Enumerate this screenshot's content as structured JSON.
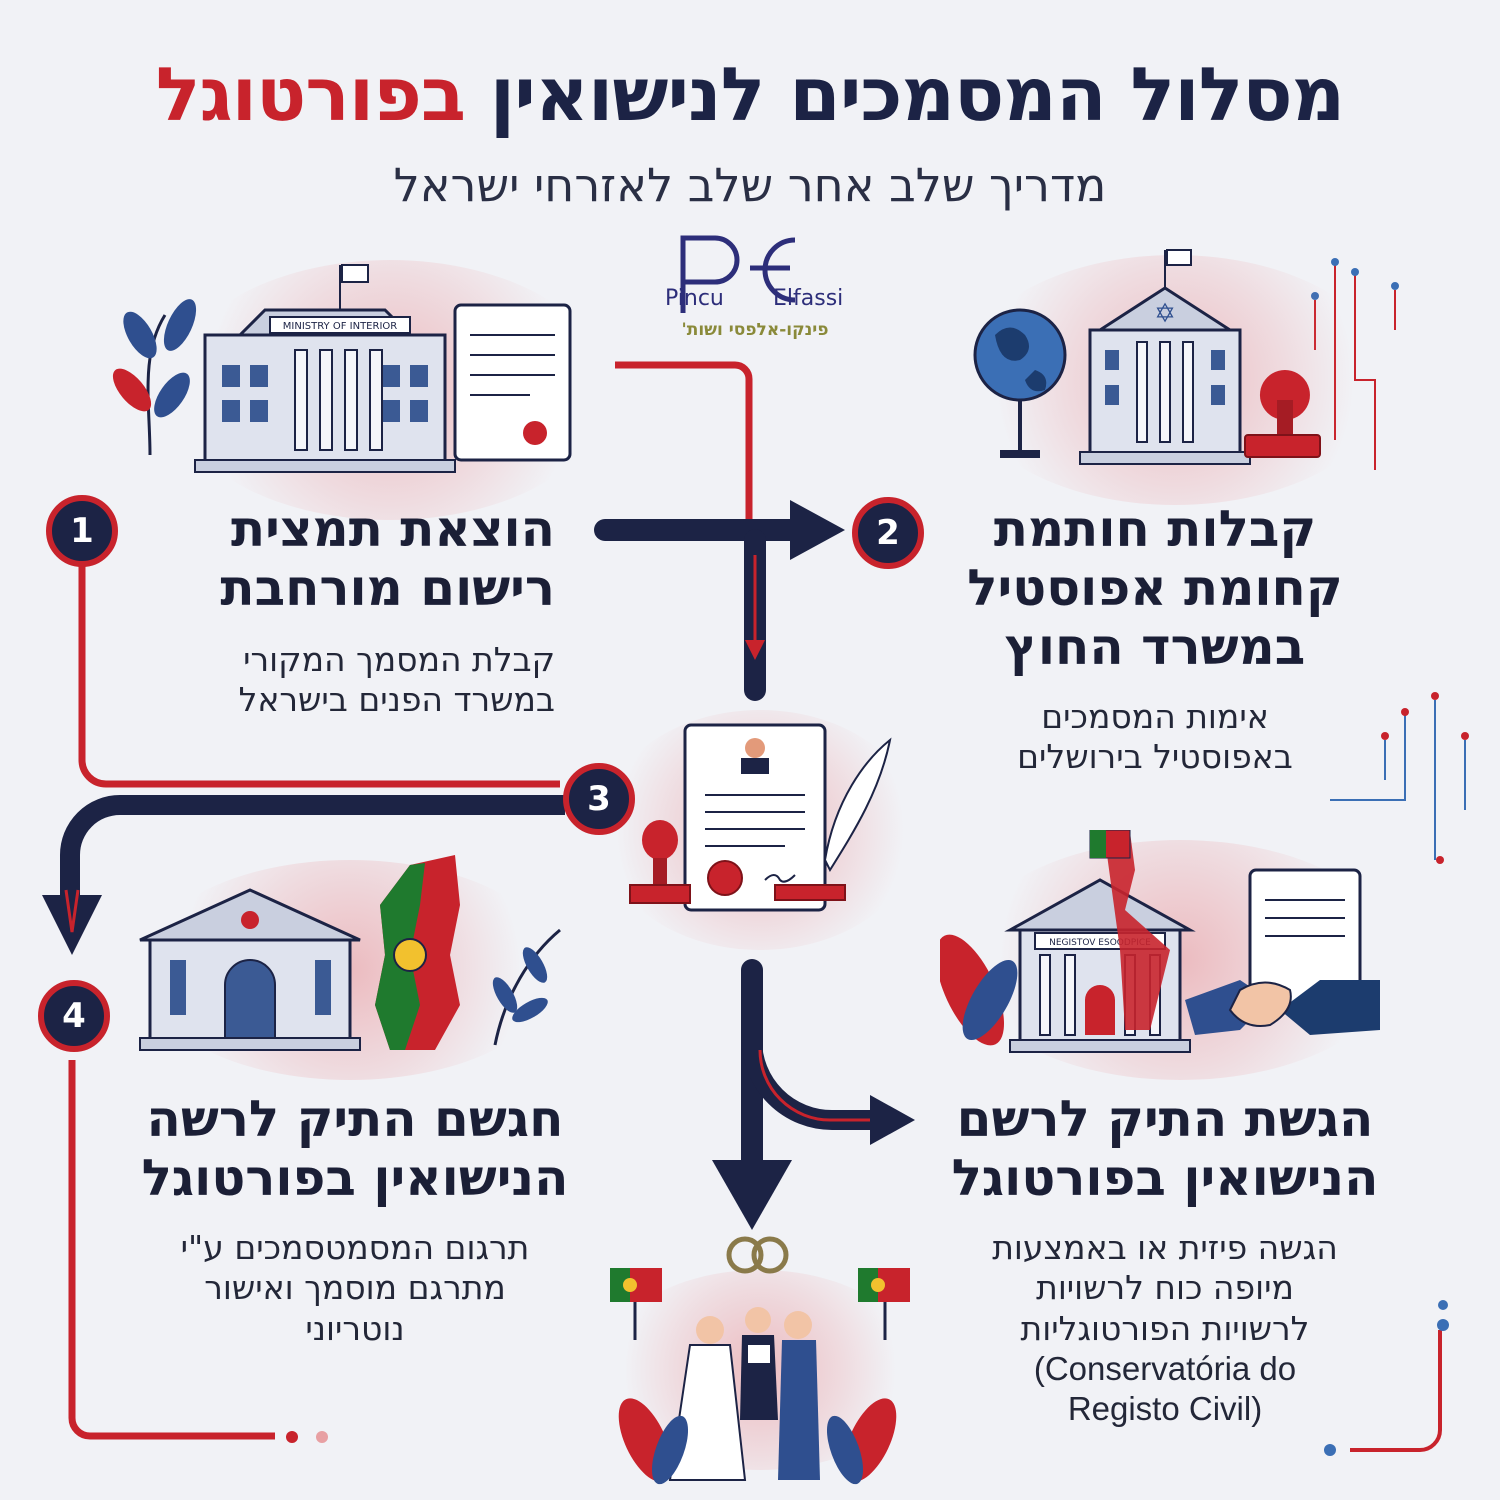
{
  "header": {
    "title_main": "מסלול המסמכים לנישואין",
    "title_highlight": "בפורטוגל",
    "subtitle": "מדריך שלב אחר שלב לאזרחי ישראל"
  },
  "logo": {
    "mark": "PE",
    "name_left": "Pincu",
    "name_right": "Elfassi",
    "hebrew_name": "פינקו-אלפסי ושות'"
  },
  "building_signs": {
    "interior": "MINISTRY OF INTERIOR",
    "registry": "NEGISTOV ESOODPICE"
  },
  "steps": [
    {
      "number": "1",
      "title_lines": [
        "הוצאת תמצית",
        "רישום מורחבת"
      ],
      "desc_lines": [
        "קבלת המסמך המקורי",
        "במשרד הפנים בישראל"
      ]
    },
    {
      "number": "2",
      "title_lines": [
        "קבלות חותמת",
        "קחומת אפוסטיל",
        "במשרד החוץ"
      ],
      "desc_lines": [
        "אימות המסמכים",
        "באפוסטיל בירושלים"
      ]
    },
    {
      "number": "3"
    },
    {
      "number": "4",
      "title_lines": [
        "חגשם התיק לרשה",
        "הנישואין בפורטוגל"
      ],
      "desc_lines": [
        "תרגום המסמטסמכים ע\"י",
        "מתרגם מוסמך ואישור",
        "נוטריוני"
      ]
    },
    {
      "title_lines": [
        "הגשת התיק לרשם",
        "הנישואין בפורטוגל"
      ],
      "desc_lines": [
        "הגשה פיזית או באמצעות",
        "מיופה כוח לרשויות",
        "לרשויות הפורטוגליות",
        "(Conservatória do",
        "Registo Civil)"
      ]
    }
  ],
  "colors": {
    "navy": "#1c2345",
    "red": "#c8232c",
    "background": "#f1f2f6",
    "portugal_green": "#1f7a2e"
  }
}
